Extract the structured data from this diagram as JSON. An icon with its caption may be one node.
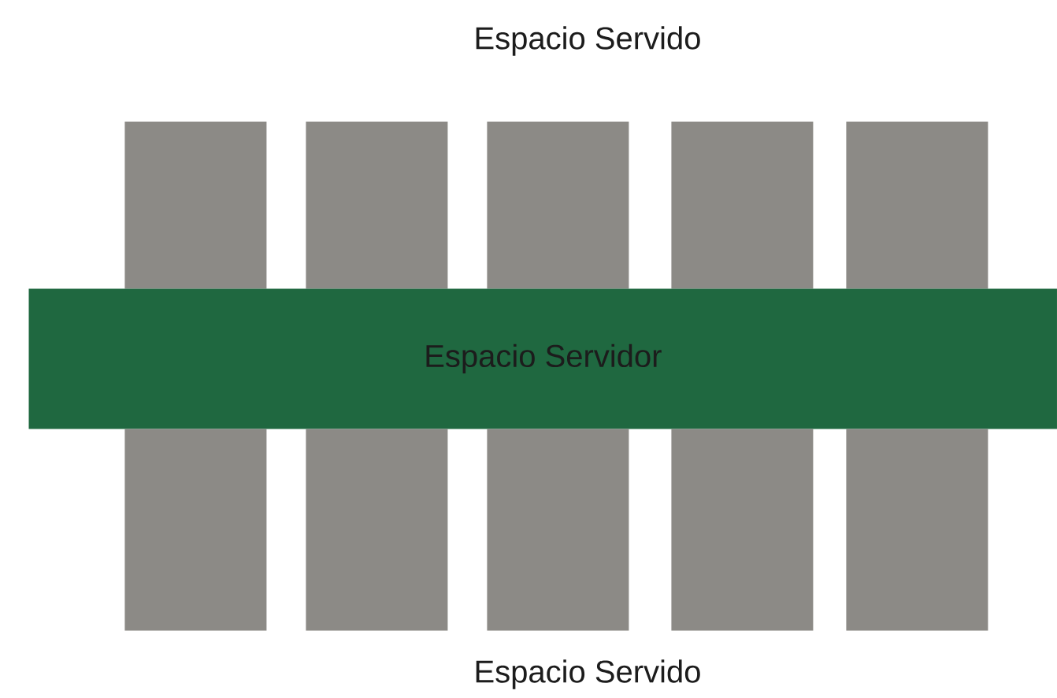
{
  "diagram": {
    "nodes": [
      {
        "text": [],
        "shape": "bar"
      },
      {
        "text": [],
        "shape": "bar"
      },
      {
        "text": [],
        "shape": "bar"
      },
      {
        "text": [],
        "shape": "bar"
      },
      {
        "text": [],
        "shape": "bar"
      },
      {
        "text": [
          "Espacio Servidor"
        ]
      },
      {
        "text": [],
        "shape": "bar"
      },
      {
        "text": [],
        "shape": "bar"
      },
      {
        "text": [],
        "shape": "bar"
      },
      {
        "text": [],
        "shape": "bar"
      },
      {
        "text": [],
        "shape": "bar"
      }
    ],
    "labels": [
      "Espacio Servido",
      "Espacio Servido"
    ]
  }
}
